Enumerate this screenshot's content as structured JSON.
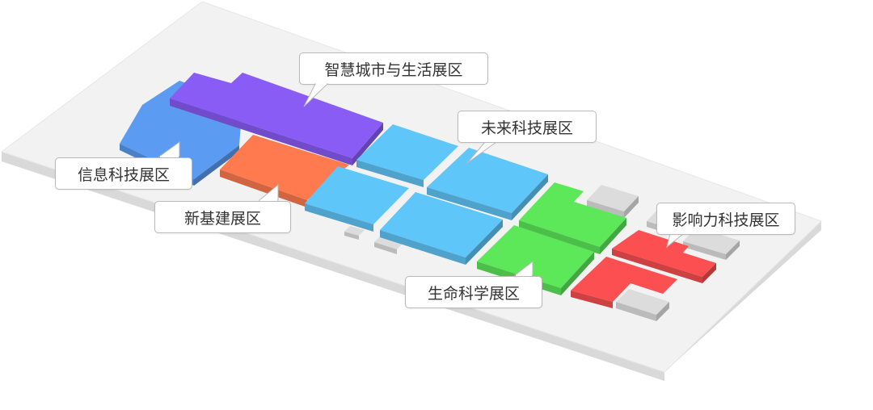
{
  "zones": [
    {
      "id": "smart_city",
      "label": "智慧城市与生活展区",
      "color": "#8a5cf6"
    },
    {
      "id": "future_tech",
      "label": "未来科技展区",
      "color": "#5fc6f9"
    },
    {
      "id": "info_tech",
      "label": "信息科技展区",
      "color": "#5b9cf2"
    },
    {
      "id": "new_infra",
      "label": "新基建展区",
      "color": "#ff7a4f"
    },
    {
      "id": "life_science",
      "label": "生命科学展区",
      "color": "#5de85a"
    },
    {
      "id": "influence_tech",
      "label": "影响力科技展区",
      "color": "#fb4f52"
    }
  ],
  "colors": {
    "floor_top": "#f2f2f2",
    "floor_edge": "#d9d9d9",
    "gray_block": "#dcdcdc"
  }
}
